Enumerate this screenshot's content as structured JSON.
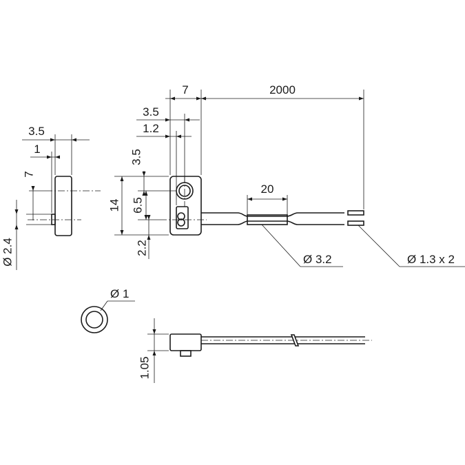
{
  "dimensions": {
    "side_width": "3.5",
    "side_offset": "1",
    "side_height": "7",
    "side_pin_diameter": "Ø 2.4",
    "front_width": "7",
    "cable_length": "2000",
    "front_hole_x": "3.5",
    "front_pin_x": "1.2",
    "front_hole_y": "3.5",
    "front_height": "14",
    "front_hole_to_pin": "6.5",
    "front_pin_to_bottom": "2.2",
    "sleeve_length": "20",
    "sleeve_diameter": "Ø 3.2",
    "wire_spec": "Ø 1.3 x 2",
    "pin_diameter": "Ø 1",
    "pin_length": "1.05"
  }
}
